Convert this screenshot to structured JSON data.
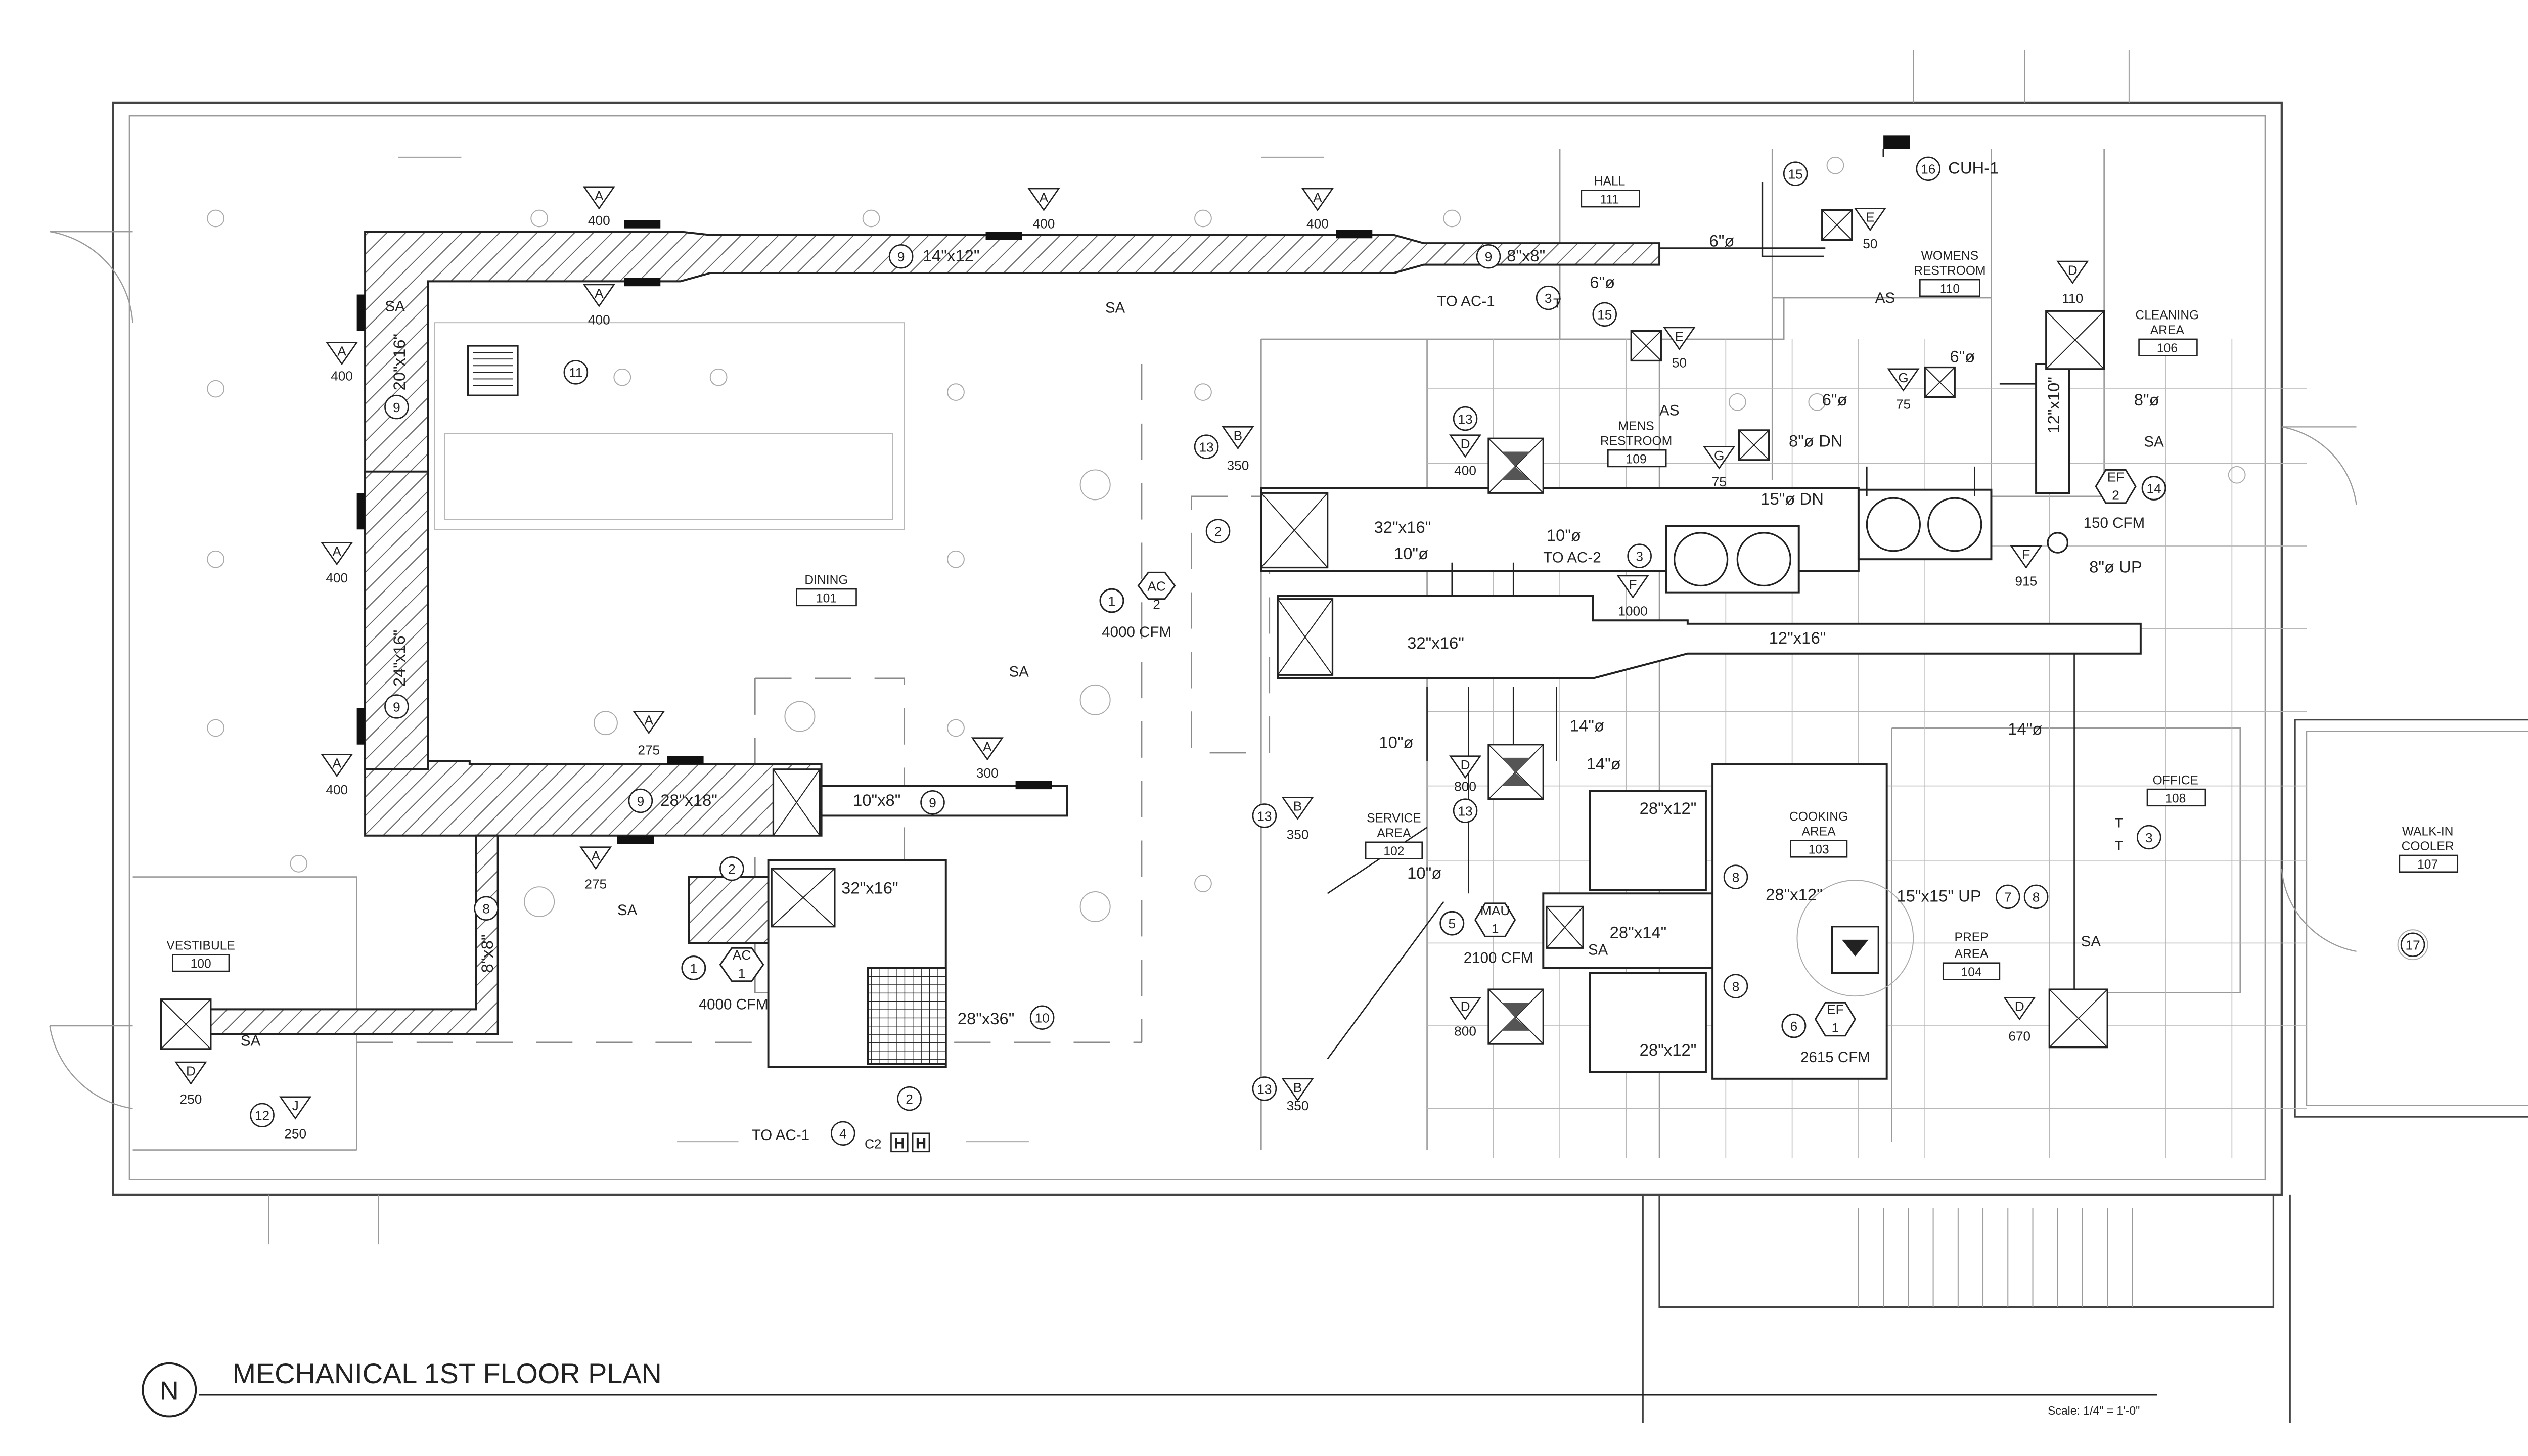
{
  "title_block": {
    "north_letter": "N",
    "title": "MECHANICAL 1ST FLOOR PLAN",
    "scale": "Scale: 1/4\" = 1'-0\""
  },
  "rooms": [
    {
      "name": "HALL",
      "number": "111"
    },
    {
      "name": "WOMENS RESTROOM",
      "number": "110"
    },
    {
      "name": "CLEANING AREA",
      "number": "106"
    },
    {
      "name": "MENS RESTROOM",
      "number": "109"
    },
    {
      "name": "DINING",
      "number": "101"
    },
    {
      "name": "SERVICE AREA",
      "number": "102"
    },
    {
      "name": "COOKING AREA",
      "number": "103"
    },
    {
      "name": "OFFICE",
      "number": "108"
    },
    {
      "name": "PREP AREA",
      "number": "104"
    },
    {
      "name": "WALK-IN COOLER",
      "number": "107"
    },
    {
      "name": "VESTIBULE",
      "number": "100"
    }
  ],
  "duct_labels": [
    "14\"x12\"",
    "8\"x8\"",
    "20\"x16\"",
    "24\"x16\"",
    "28\"x18\"",
    "10\"x8\"",
    "8\"x8\"",
    "32\"x16\"",
    "28\"x36\"",
    "32\"x16\"",
    "32\"x16\"",
    "12\"x16\"",
    "12\"x10\"",
    "28\"x12\"",
    "28\"x14\"",
    "28\"x12\"",
    "28\"x12\"",
    "15\"x15\" UP"
  ],
  "pipe_labels": [
    "6\"ø",
    "6\"ø",
    "6\"ø",
    "6\"ø",
    "8\"ø",
    "8\"ø DN",
    "15\"ø DN",
    "10\"ø",
    "10\"ø",
    "8\"ø UP",
    "14\"ø",
    "14\"ø",
    "14\"ø",
    "10\"ø",
    "10\"ø",
    "CUH-1"
  ],
  "equipment": [
    {
      "type": "AC",
      "num": "2",
      "cfm": "4000 CFM",
      "note": "1"
    },
    {
      "type": "AC",
      "num": "1",
      "cfm": "4000 CFM",
      "note": "1"
    },
    {
      "type": "MAU",
      "num": "1",
      "cfm": "2100 CFM",
      "note": "5"
    },
    {
      "type": "EF",
      "num": "1",
      "cfm": "2615 CFM",
      "note": "6"
    },
    {
      "type": "EF",
      "num": "2",
      "cfm": "150 CFM",
      "note": "14"
    }
  ],
  "diffuser_tags": [
    {
      "letter": "A",
      "cfm": "400"
    },
    {
      "letter": "A",
      "cfm": "400"
    },
    {
      "letter": "A",
      "cfm": "400"
    },
    {
      "letter": "A",
      "cfm": "400"
    },
    {
      "letter": "A",
      "cfm": "400"
    },
    {
      "letter": "A",
      "cfm": "400"
    },
    {
      "letter": "A",
      "cfm": "400"
    },
    {
      "letter": "A",
      "cfm": "275"
    },
    {
      "letter": "A",
      "cfm": "300"
    },
    {
      "letter": "A",
      "cfm": "275"
    },
    {
      "letter": "B",
      "cfm": "350"
    },
    {
      "letter": "B",
      "cfm": "350"
    },
    {
      "letter": "B",
      "cfm": "350"
    },
    {
      "letter": "D",
      "cfm": "400"
    },
    {
      "letter": "D",
      "cfm": "800"
    },
    {
      "letter": "D",
      "cfm": "800"
    },
    {
      "letter": "D",
      "cfm": "250"
    },
    {
      "letter": "D",
      "cfm": "670"
    },
    {
      "letter": "D",
      "cfm": "110"
    },
    {
      "letter": "E",
      "cfm": "50"
    },
    {
      "letter": "E",
      "cfm": "50"
    },
    {
      "letter": "G",
      "cfm": "75"
    },
    {
      "letter": "G",
      "cfm": "75"
    },
    {
      "letter": "F",
      "cfm": "1000"
    },
    {
      "letter": "F",
      "cfm": "915"
    },
    {
      "letter": "J",
      "cfm": "250"
    }
  ],
  "notes": {
    "to_ac1_top": "TO AC-1",
    "to_ac2": "TO AC-2",
    "to_ac1_bottom": "TO AC-1",
    "sa": "SA",
    "as": "AS",
    "h": "H",
    "t": "T",
    "c2": "C2"
  }
}
